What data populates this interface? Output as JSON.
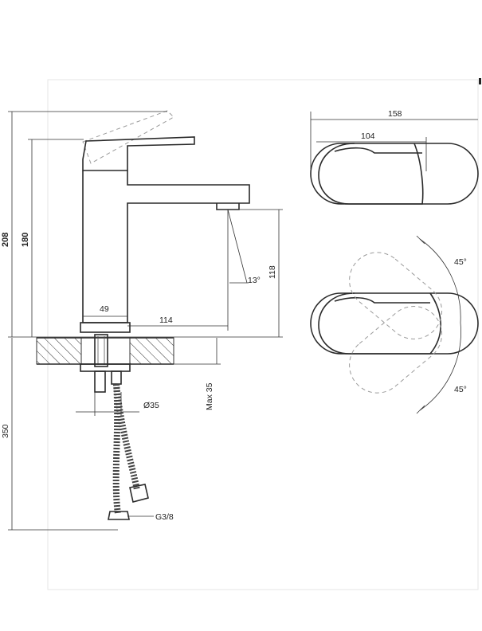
{
  "dimensions": {
    "total_height": "208",
    "spout_height": "180",
    "hose_length": "350",
    "body_width": "49",
    "spout_reach": "114",
    "aerator_height": "118",
    "spout_angle": "13°",
    "max_thickness": "Max 35",
    "hole_diameter": "Ø35",
    "thread": "G3/8",
    "lever_length": "104",
    "overall_length": "158",
    "rotation_angle_top": "45°",
    "rotation_angle_bottom": "45°"
  },
  "colors": {
    "line": "#2a2a2a",
    "ghost": "#9a9a9a"
  }
}
